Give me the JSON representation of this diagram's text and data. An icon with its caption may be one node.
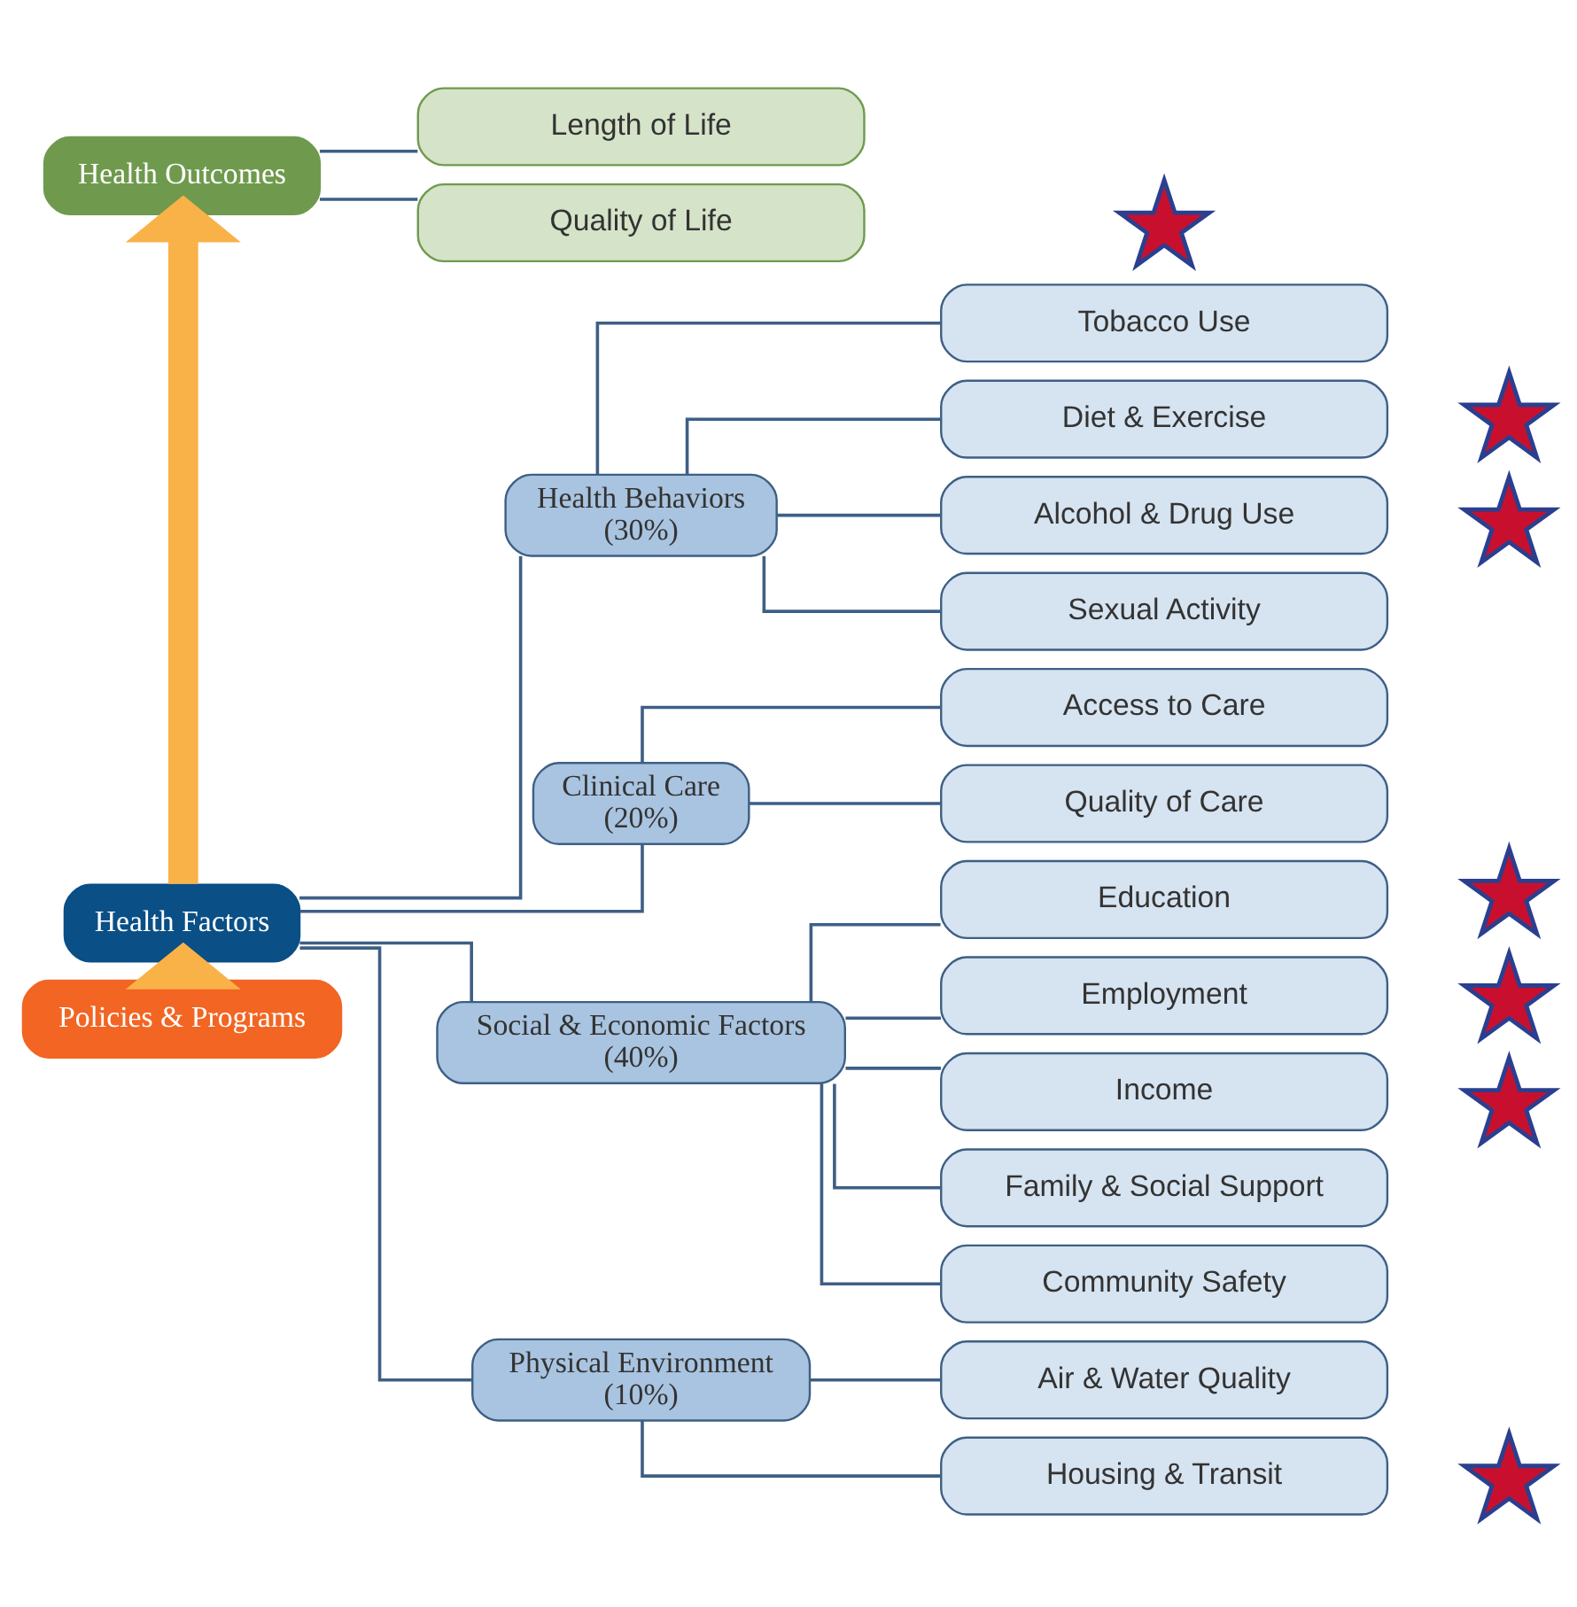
{
  "diagram": {
    "nodes": [
      {
        "text": [
          "Health Outcomes"
        ]
      },
      {
        "text": [
          "Length of Life"
        ]
      },
      {
        "text": [
          "Quality of Life"
        ]
      },
      {
        "text": [],
        "shape": "star"
      },
      {
        "text": [
          "Health Factors"
        ]
      },
      {
        "text": [
          "Health Behaviors",
          "(30%)"
        ]
      },
      {
        "text": [
          "Tobacco Use"
        ]
      },
      {
        "text": [
          "Diet & Exercise"
        ]
      },
      {
        "text": [],
        "shape": "star"
      },
      {
        "text": [
          "Alcohol & Drug Use"
        ]
      },
      {
        "text": [],
        "shape": "star"
      },
      {
        "text": [
          "Sexual Activity"
        ]
      },
      {
        "text": [
          "Clinical Care",
          "(20%)"
        ]
      },
      {
        "text": [
          "Access to Care"
        ]
      },
      {
        "text": [
          "Quality of Care"
        ]
      },
      {
        "text": [
          "Social & Economic Factors",
          "(40%)"
        ]
      },
      {
        "text": [
          "Education"
        ]
      },
      {
        "text": [],
        "shape": "star"
      },
      {
        "text": [
          "Employment"
        ]
      },
      {
        "text": [],
        "shape": "star"
      },
      {
        "text": [
          "Income"
        ]
      },
      {
        "text": [],
        "shape": "star"
      },
      {
        "text": [
          "Family & Social Support"
        ]
      },
      {
        "text": [
          "Community Safety"
        ]
      },
      {
        "text": [
          "Physical Environment",
          "(10%)"
        ]
      },
      {
        "text": [
          "Air & Water Quality"
        ]
      },
      {
        "text": [
          "Housing & Transit"
        ]
      },
      {
        "text": [],
        "shape": "star"
      },
      {
        "text": [
          "Policies & Programs"
        ]
      }
    ],
    "edges": [
      {
        "from": 0,
        "to": 1,
        "arrow": "none"
      },
      {
        "from": 0,
        "to": 2,
        "arrow": "none"
      },
      {
        "from": 4,
        "to": 5,
        "arrow": "none"
      },
      {
        "from": 4,
        "to": 12,
        "arrow": "none"
      },
      {
        "from": 4,
        "to": 15,
        "arrow": "none"
      },
      {
        "from": 4,
        "to": 24,
        "arrow": "none"
      },
      {
        "from": 5,
        "to": 6,
        "arrow": "none"
      },
      {
        "from": 5,
        "to": 7,
        "arrow": "none"
      },
      {
        "from": 5,
        "to": 9,
        "arrow": "none"
      },
      {
        "from": 5,
        "to": 11,
        "arrow": "none"
      },
      {
        "from": 12,
        "to": 13,
        "arrow": "none"
      },
      {
        "from": 12,
        "to": 14,
        "arrow": "none"
      },
      {
        "from": 15,
        "to": 16,
        "arrow": "none"
      },
      {
        "from": 15,
        "to": 18,
        "arrow": "none"
      },
      {
        "from": 15,
        "to": 20,
        "arrow": "none"
      },
      {
        "from": 15,
        "to": 22,
        "arrow": "none"
      },
      {
        "from": 15,
        "to": 23,
        "arrow": "none"
      },
      {
        "from": 24,
        "to": 25,
        "arrow": "none"
      },
      {
        "from": 24,
        "to": 26,
        "arrow": "none"
      },
      {
        "from": 28,
        "to": 4,
        "arrow": "to",
        "style": "thick",
        "color": "#f9b248"
      },
      {
        "from": 4,
        "to": 0,
        "arrow": "to",
        "style": "thick",
        "color": "#f9b248"
      }
    ]
  }
}
